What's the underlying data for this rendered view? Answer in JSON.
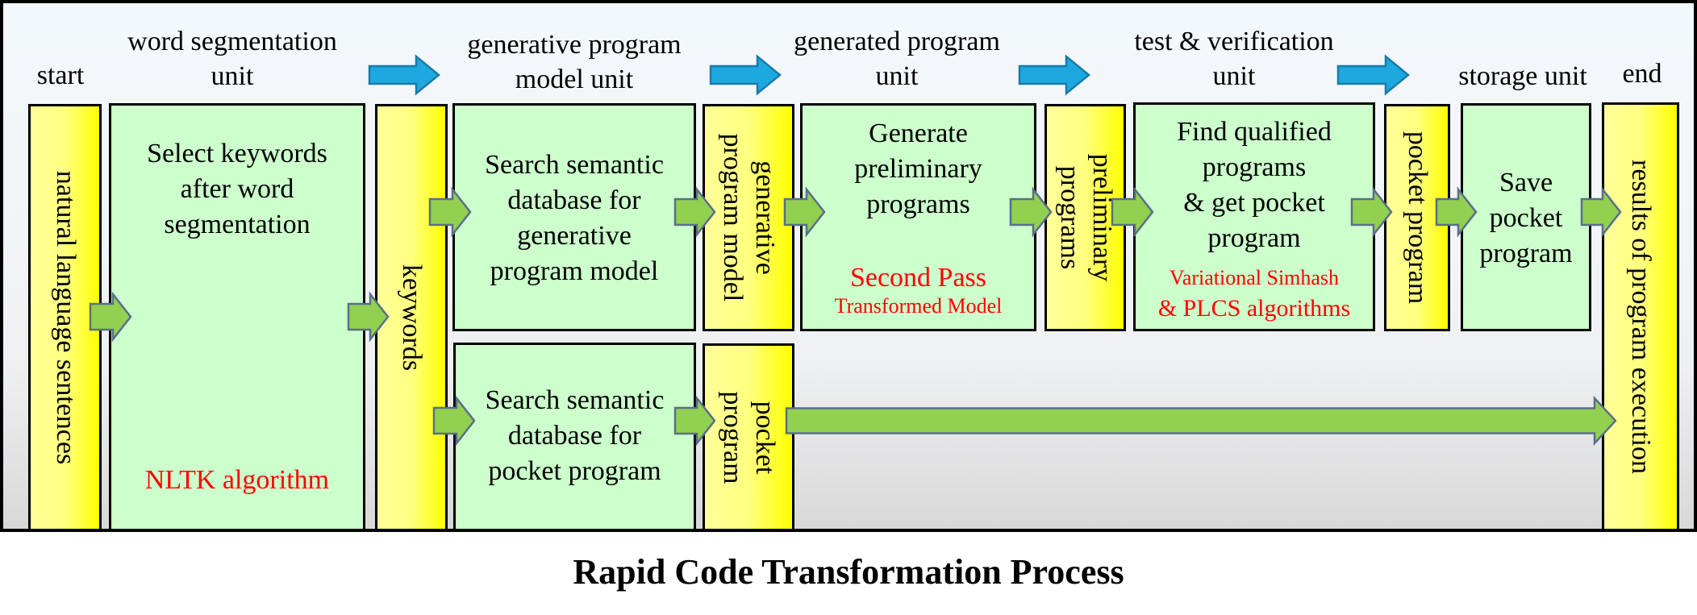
{
  "title": "Rapid Code Transformation Process",
  "colors": {
    "process_box": "#ccffcc",
    "data_box_light": "#ffff99",
    "data_box_dark": "#ffff00",
    "flow_arrow_fill": "#92d050",
    "flow_arrow_stroke": "#5a6e8a",
    "stage_arrow_fill": "#1ea8e0",
    "stage_arrow_stroke": "#1a7ba8",
    "algorithm_text": "#ff0000"
  },
  "stages": [
    {
      "id": "start",
      "lines": [
        "start"
      ]
    },
    {
      "id": "word-segmentation",
      "lines": [
        "word segmentation",
        "unit"
      ]
    },
    {
      "id": "generative-program-model",
      "lines": [
        "generative program",
        "model unit"
      ]
    },
    {
      "id": "generated-program",
      "lines": [
        "generated program",
        "unit"
      ]
    },
    {
      "id": "test-verification",
      "lines": [
        "test & verification",
        "unit"
      ]
    },
    {
      "id": "storage",
      "lines": [
        "storage unit"
      ]
    },
    {
      "id": "end",
      "lines": [
        "end"
      ]
    }
  ],
  "data_nodes": {
    "natural_language": "natural language sentences",
    "keywords": "keywords",
    "generative_model": [
      "generative",
      "program model"
    ],
    "pocket_program_lower": [
      "pocket",
      "program"
    ],
    "preliminary_programs": [
      "preliminary",
      "programs"
    ],
    "pocket_program": "pocket program",
    "results": "results of program execution"
  },
  "process_nodes": {
    "select_keywords": {
      "lines": [
        "Select keywords",
        "after word",
        "segmentation"
      ],
      "algorithm": "NLTK  algorithm"
    },
    "search_generative": {
      "lines": [
        "Search semantic",
        "database for",
        "generative",
        "program model"
      ]
    },
    "search_pocket": {
      "lines": [
        "Search semantic",
        "database for",
        "pocket program"
      ]
    },
    "generate_preliminary": {
      "lines": [
        "Generate",
        "preliminary",
        "programs"
      ],
      "algorithm": "Second Pass",
      "algorithm_sub": "Transformed Model"
    },
    "find_qualified": {
      "lines": [
        "Find qualified",
        "programs",
        "& get pocket",
        "program"
      ],
      "algorithm_lines": [
        "Variational Simhash",
        "& PLCS algorithms"
      ]
    },
    "save_pocket": {
      "lines": [
        "Save",
        "pocket",
        "program"
      ]
    }
  }
}
